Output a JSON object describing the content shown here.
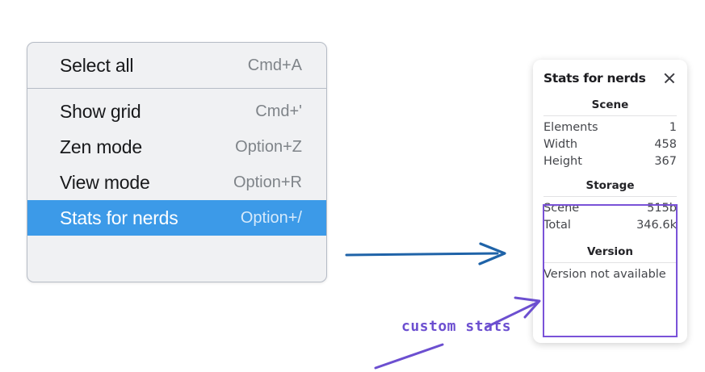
{
  "menu": {
    "groups": [
      {
        "items": [
          {
            "label": "Select all",
            "shortcut": "Cmd+A",
            "selected": false
          }
        ]
      },
      {
        "items": [
          {
            "label": "Show grid",
            "shortcut": "Cmd+'",
            "selected": false
          },
          {
            "label": "Zen mode",
            "shortcut": "Option+Z",
            "selected": false
          },
          {
            "label": "View mode",
            "shortcut": "Option+R",
            "selected": false
          },
          {
            "label": "Stats for nerds",
            "shortcut": "Option+/",
            "selected": true
          }
        ]
      }
    ]
  },
  "stats_panel": {
    "title": "Stats for nerds",
    "close_icon": "close-icon",
    "sections": [
      {
        "heading": "Scene",
        "rows": [
          {
            "key": "Elements",
            "value": "1"
          },
          {
            "key": "Width",
            "value": "458"
          },
          {
            "key": "Height",
            "value": "367"
          }
        ]
      },
      {
        "heading": "Storage",
        "rows": [
          {
            "key": "Scene",
            "value": "515b"
          },
          {
            "key": "Total",
            "value": "346.6k"
          }
        ]
      },
      {
        "heading": "Version",
        "note": "Version not available"
      }
    ]
  },
  "annotations": {
    "handwritten_label": "custom stats",
    "flow_arrow_color": "#1f63a8",
    "callout_arrow_color": "#6c4fd0",
    "highlight_box_color": "#7a52d8"
  },
  "colors": {
    "menu_background": "#f0f1f3",
    "menu_border": "#b6bcc6",
    "selection_blue": "#3c9ae8",
    "panel_background": "#ffffff",
    "text_primary": "#18191b",
    "text_muted": "#7f8489"
  }
}
